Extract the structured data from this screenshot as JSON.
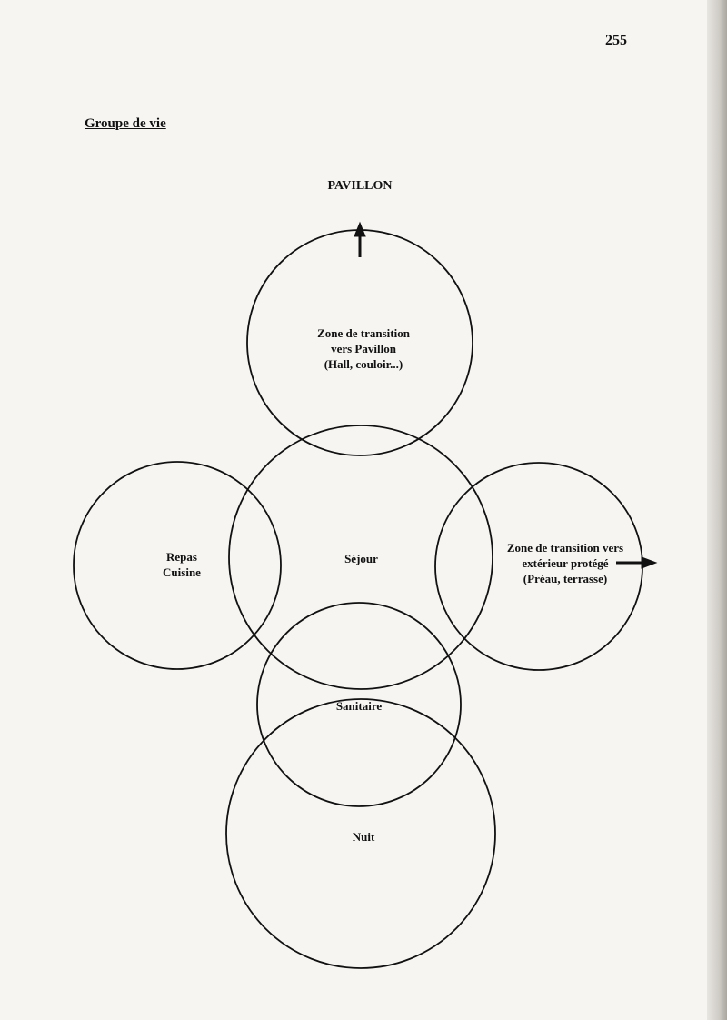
{
  "page": {
    "number": "255",
    "title": "Groupe de vie"
  },
  "diagram": {
    "top_label": "PAVILLON",
    "zones": {
      "transition_pavillon": [
        "Zone de transition",
        "vers Pavillon",
        "(Hall, couloir...)"
      ],
      "repas": [
        "Repas",
        "Cuisine"
      ],
      "sejour": "Séjour",
      "transition_exterieur": [
        "Zone de transition vers",
        "extérieur protégé",
        "(Préau, terrasse)"
      ],
      "sanitaire": "Sanitaire",
      "nuit": "Nuit"
    }
  },
  "colors": {
    "ink": "#111111",
    "paper": "#f6f5f2"
  }
}
